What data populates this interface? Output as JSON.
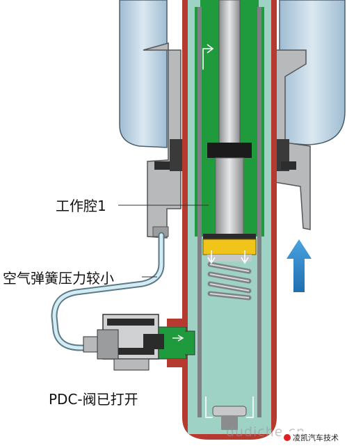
{
  "labels": {
    "working_chamber": "工作腔1",
    "air_spring_pressure": "空气弹簧压力较小",
    "pdc_valve": "PDC-阀已打开"
  },
  "watermark": {
    "url": "dudiche.cn",
    "brand": "凌凯汽车技术"
  },
  "colors": {
    "air_bellows": "#c9dcea",
    "steel_gray": "#b7b9bb",
    "oil_green": "#1f9a3c",
    "oil_teal": "#9ed2c4",
    "outer_tube_red": "#b63a2f",
    "piston_yellow": "#f0c419",
    "flow_arrow_blue": "#2b82c6",
    "pipe_blue": "#d3ebf2"
  }
}
